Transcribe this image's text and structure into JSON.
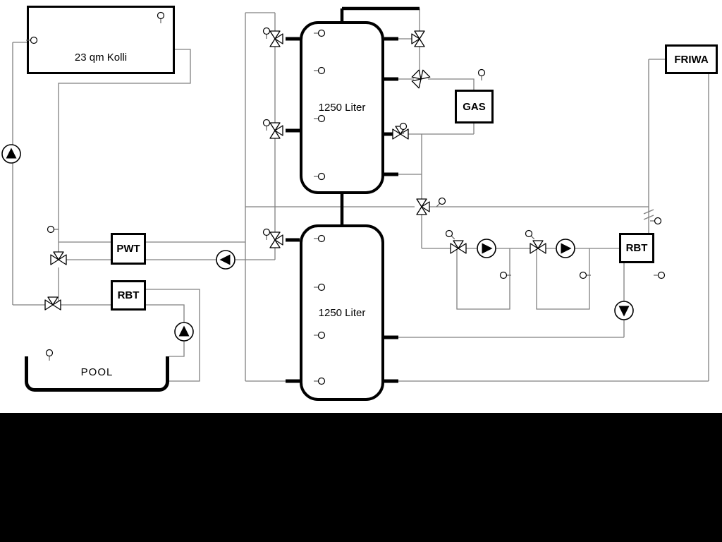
{
  "page": {
    "background": "#ffffff",
    "footer_color": "#000000"
  },
  "colors": {
    "pipe_line": "#808080",
    "outline": "#000000",
    "fill": "#ffffff"
  },
  "icons": {
    "pump": "pump-icon",
    "three_way_valve": "three-way-valve-icon",
    "sensor": "sensor-icon",
    "flex_connector": "flex-connector-icon"
  },
  "components": {
    "collector": {
      "label": "23 qm Kolli"
    },
    "tank_top": {
      "label": "1250 Liter"
    },
    "tank_bottom": {
      "label": "1250 Liter"
    },
    "gas_boiler": {
      "label": "GAS"
    },
    "friwa": {
      "label": "FRIWA"
    },
    "pwt": {
      "label": "PWT"
    },
    "rbt_left": {
      "label": "RBT"
    },
    "rbt_right": {
      "label": "RBT"
    },
    "pool": {
      "label": "POOL"
    }
  }
}
